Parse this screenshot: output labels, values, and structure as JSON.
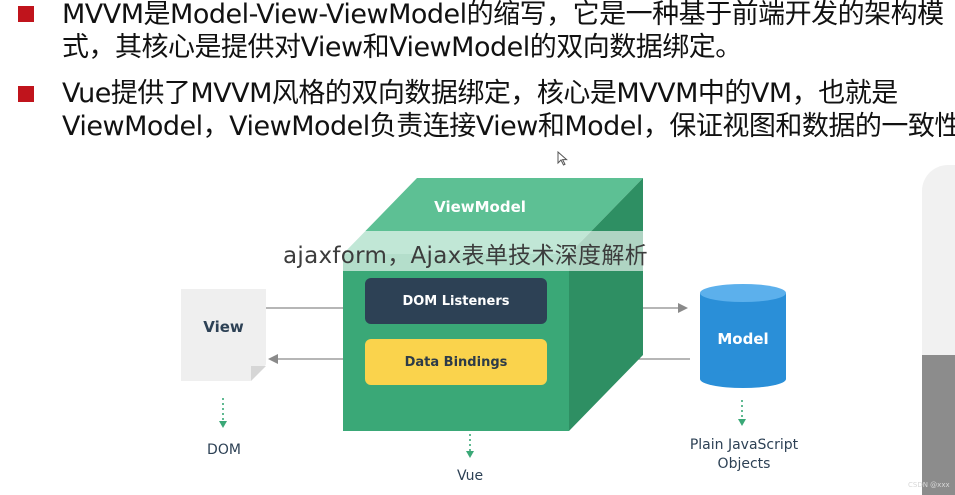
{
  "bullets": [
    {
      "lines": [
        "MVVM是Model-View-ViewModel的缩写，它是一种基于前端开发的架构模",
        "式，其核心是提供对View和ViewModel的双向数据绑定。"
      ]
    },
    {
      "lines": [
        "Vue提供了MVVM风格的双向数据绑定，核心是MVVM中的VM，也就是",
        "ViewModel，ViewModel负责连接View和Model，保证视图和数据的一致性。"
      ]
    }
  ],
  "diagram": {
    "viewmodel_label": "ViewModel",
    "dom_listeners_label": "DOM Listeners",
    "data_bindings_label": "Data Bindings",
    "view_label": "View",
    "model_label": "Model",
    "dom_label": "DOM",
    "vue_label": "Vue",
    "plain_js_lines": [
      "Plain JavaScript",
      "Objects"
    ]
  },
  "overlay_title": "ajaxform，Ajax表单技术深度解析",
  "watermark": "CSDN @xxx",
  "colors": {
    "bullet_red": "#c0141c",
    "cube_front": "#3aa877",
    "cube_top": "#5dc094",
    "cube_side": "#2e8f63",
    "dom_listeners_bg": "#2d4155",
    "data_bindings_bg": "#fad34c",
    "model_blue": "#2a8fd8",
    "view_doc_bg": "#efefef"
  },
  "icons": [
    "cursor-arrow-icon",
    "database-cylinder-icon",
    "document-icon"
  ]
}
